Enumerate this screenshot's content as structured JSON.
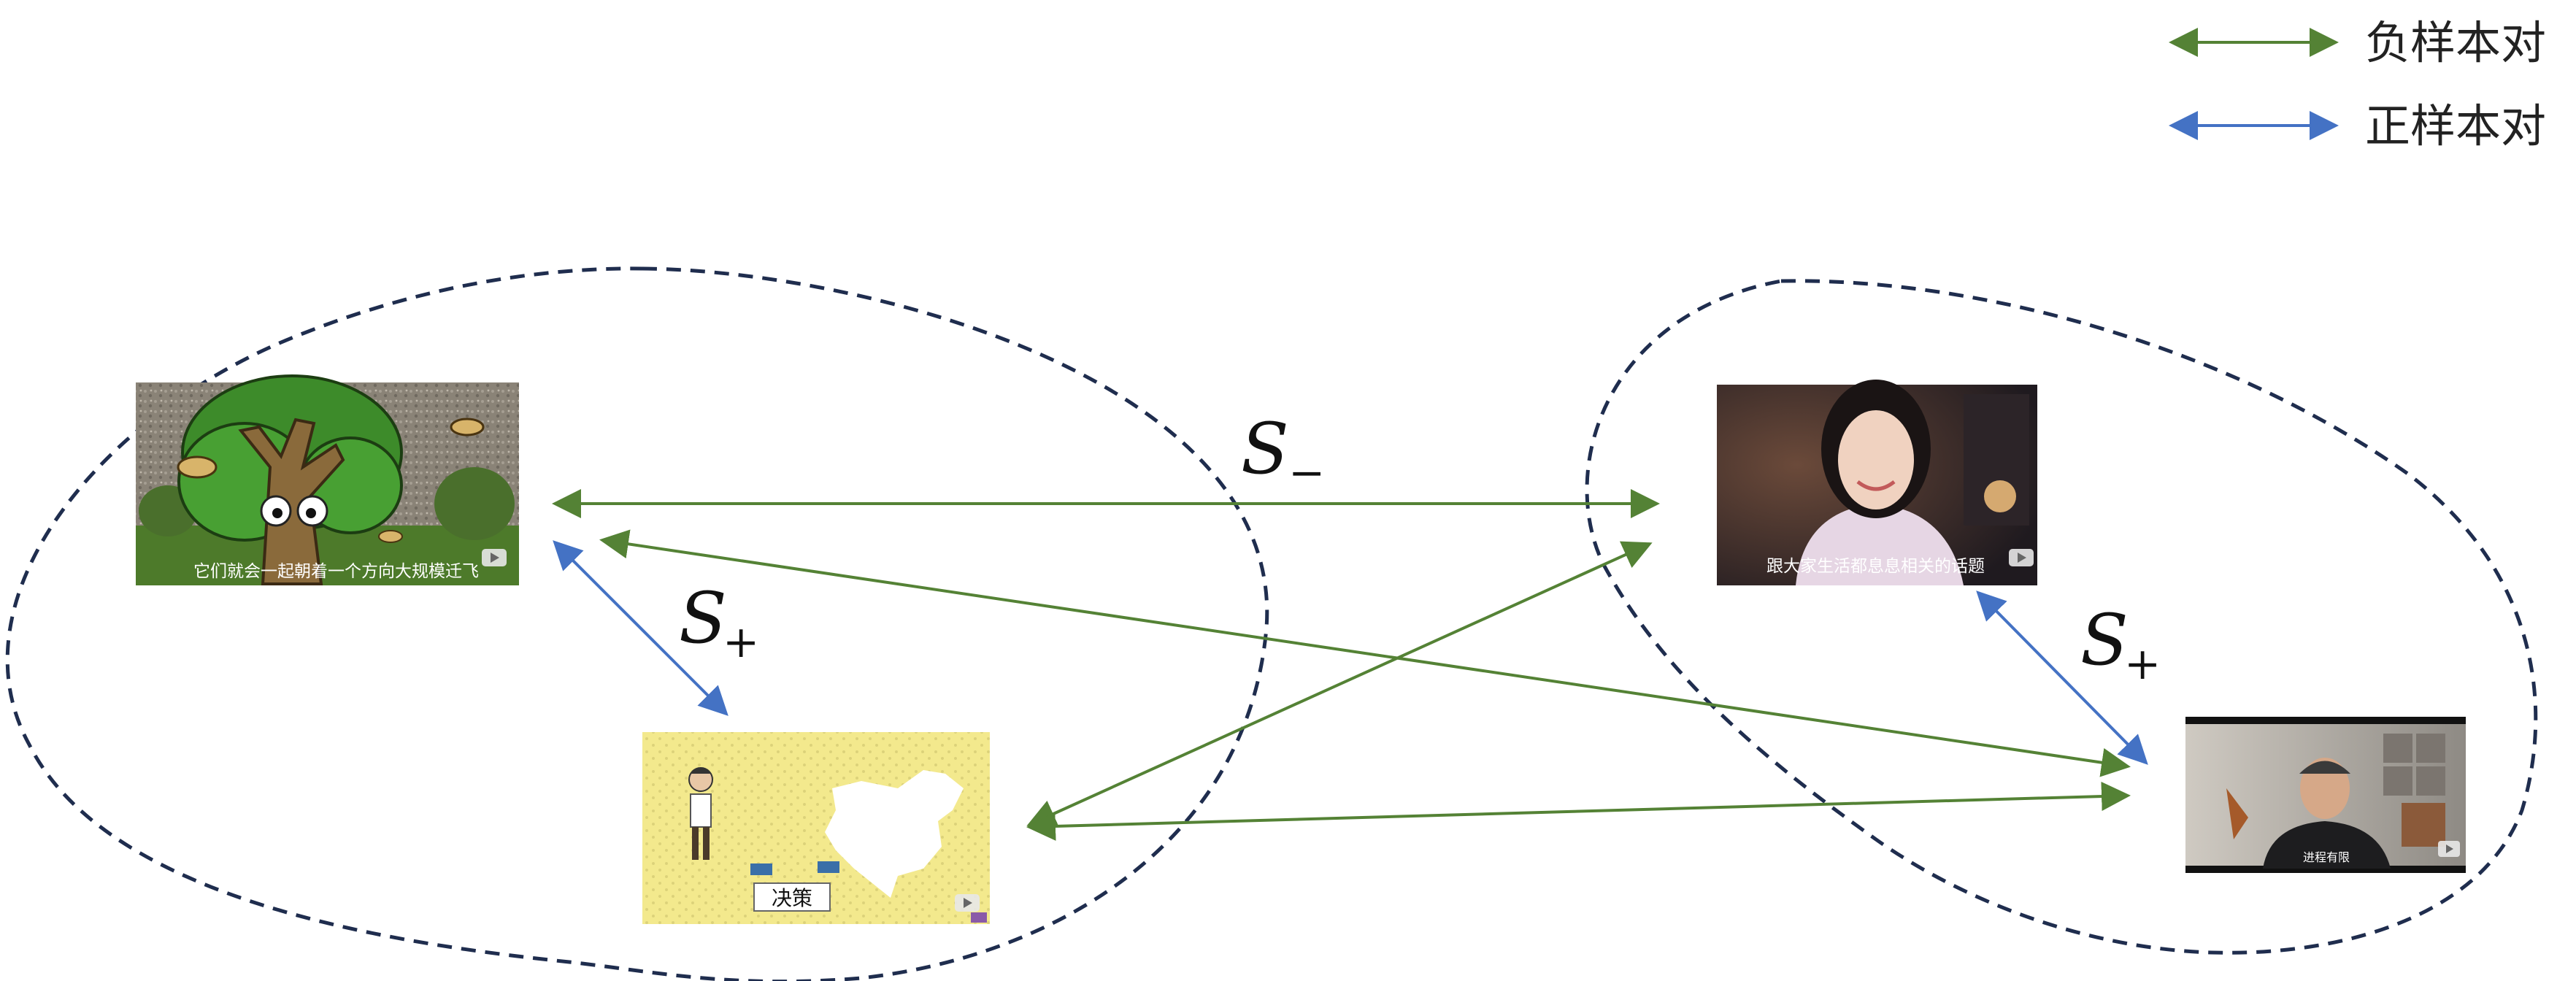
{
  "legend": {
    "negative": {
      "label": "负样本对",
      "color": "#548235"
    },
    "positive": {
      "label": "正样本对",
      "color": "#4472C4"
    }
  },
  "labels": {
    "s_minus": {
      "symbol": "S",
      "sub": "−"
    },
    "s_plus_left": {
      "symbol": "S",
      "sub": "+"
    },
    "s_plus_right": {
      "symbol": "S",
      "sub": "+"
    }
  },
  "clusters": {
    "border_color": "#1F2D4E"
  },
  "thumbnails": {
    "cartoon_tree": {
      "caption": "它们就会一起朝着一个方向大规模迁飞"
    },
    "map_decision": {
      "caption": "决策"
    },
    "woman_talk": {
      "caption": "跟大家生活都息息相关的话题"
    },
    "man_talk": {
      "caption": "进程有限"
    }
  }
}
